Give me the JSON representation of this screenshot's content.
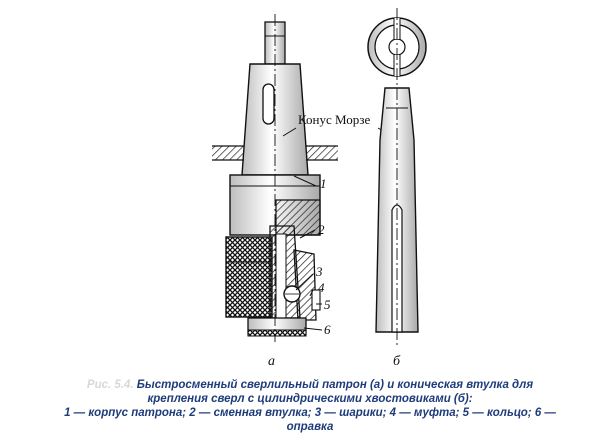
{
  "labels": {
    "morse_cone": "Конус Морзе",
    "p1": "1",
    "p2": "2",
    "p3": "3",
    "p4": "4",
    "p5": "5",
    "p6": "6",
    "sub_a": "а",
    "sub_b": "б"
  },
  "caption": {
    "number": "Рис. 5.4.",
    "line1": "Быстросменный сверлильный патрон (а) и коническая втулка для",
    "line2": "крепления сверл с цилиндрическими хвостовиками (б):",
    "line3": "1 — корпус патрона; 2 — сменная втулка; 3 — шарики; 4 — муфта; 5 — кольцо; 6 —",
    "line4": "оправка"
  }
}
